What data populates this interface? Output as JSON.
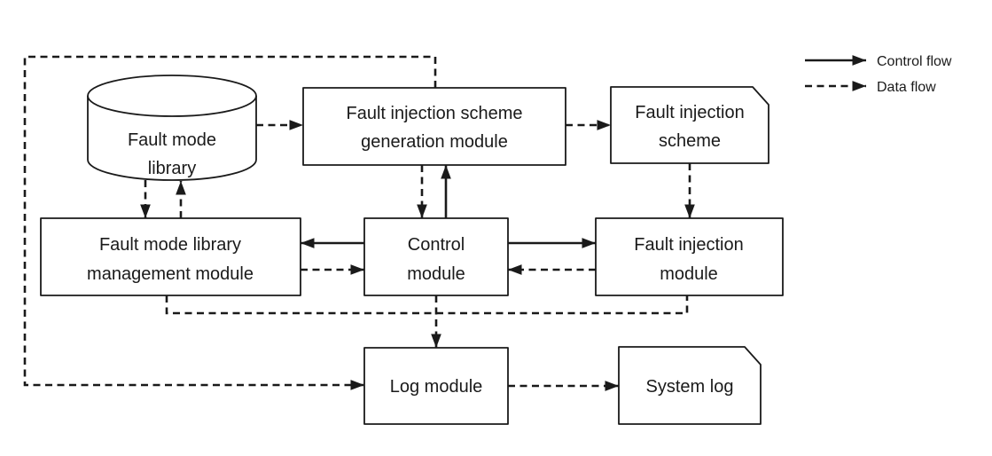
{
  "legend": {
    "control_flow_label": "Control flow",
    "data_flow_label": "Data flow"
  },
  "nodes": {
    "fault_mode_library": {
      "shape": "cylinder",
      "line1": "Fault mode",
      "line2": "library"
    },
    "scheme_generation_module": {
      "shape": "rect",
      "line1": "Fault injection scheme",
      "line2": "generation module"
    },
    "fault_injection_scheme": {
      "shape": "document",
      "line1": "Fault injection",
      "line2": "scheme"
    },
    "library_management_module": {
      "shape": "rect",
      "line1": "Fault mode library",
      "line2": "management module"
    },
    "control_module": {
      "shape": "rect",
      "line1": "Control",
      "line2": "module"
    },
    "fault_injection_module": {
      "shape": "rect",
      "line1": "Fault injection",
      "line2": "module"
    },
    "log_module": {
      "shape": "rect",
      "label": "Log module"
    },
    "system_log": {
      "shape": "document",
      "label": "System log"
    }
  },
  "edges": [
    {
      "from": "fault_mode_library",
      "to": "scheme_generation_module",
      "type": "data"
    },
    {
      "from": "scheme_generation_module",
      "to": "fault_injection_scheme",
      "type": "data"
    },
    {
      "from": "fault_injection_scheme",
      "to": "fault_injection_module",
      "type": "data"
    },
    {
      "from": "fault_mode_library",
      "to": "library_management_module",
      "type": "data"
    },
    {
      "from": "library_management_module",
      "to": "fault_mode_library",
      "type": "data"
    },
    {
      "from": "scheme_generation_module",
      "to": "control_module",
      "type": "data"
    },
    {
      "from": "control_module",
      "to": "scheme_generation_module",
      "type": "control"
    },
    {
      "from": "control_module",
      "to": "library_management_module",
      "type": "control"
    },
    {
      "from": "library_management_module",
      "to": "control_module",
      "type": "data"
    },
    {
      "from": "control_module",
      "to": "fault_injection_module",
      "type": "control"
    },
    {
      "from": "fault_injection_module",
      "to": "control_module",
      "type": "data"
    },
    {
      "from": "library_management_module",
      "to": "log_module",
      "type": "data"
    },
    {
      "from": "fault_injection_module",
      "to": "log_module",
      "type": "data"
    },
    {
      "from": "control_module",
      "to": "log_module",
      "type": "data"
    },
    {
      "from": "scheme_generation_module",
      "to": "log_module",
      "type": "data"
    },
    {
      "from": "log_module",
      "to": "system_log",
      "type": "data"
    }
  ],
  "colors": {
    "stroke": "#1a1a1a",
    "background": "#ffffff"
  }
}
